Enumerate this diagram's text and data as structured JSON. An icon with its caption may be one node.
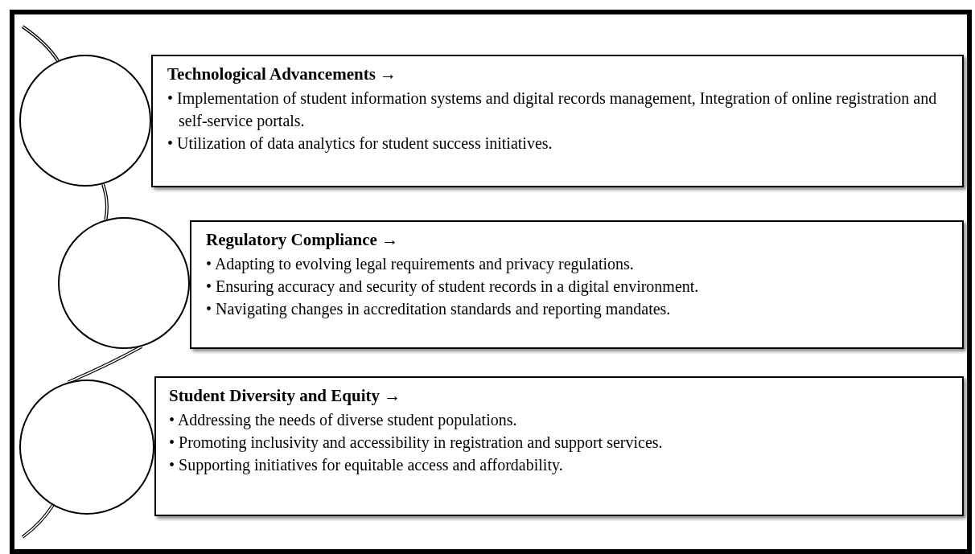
{
  "diagram": {
    "nodes": [
      {
        "text": [],
        "shape": "circle"
      },
      {
        "text": [
          "Technological Advancements →",
          "• Implementation of student information systems and digital records management, Integration of online registration and self-service portals.",
          "• Utilization of data analytics for student success initiatives."
        ]
      },
      {
        "text": [],
        "shape": "circle"
      },
      {
        "text": [
          "Regulatory Compliance →",
          "• Adapting to evolving legal requirements and privacy regulations.",
          "• Ensuring accuracy and security of student records in a digital environment.",
          "• Navigating changes in accreditation standards and reporting mandates."
        ]
      },
      {
        "text": [],
        "shape": "circle"
      },
      {
        "text": [
          "Student Diversity and Equity →",
          "• Addressing the needs of diverse student populations.",
          "• Promoting inclusivity and accessibility in registration and support services.",
          "• Supporting initiatives for equitable access and affordability."
        ]
      }
    ],
    "edges": [
      {
        "from": 0,
        "to": 2,
        "arrow": "none"
      },
      {
        "from": 2,
        "to": 4,
        "arrow": "none"
      }
    ]
  }
}
